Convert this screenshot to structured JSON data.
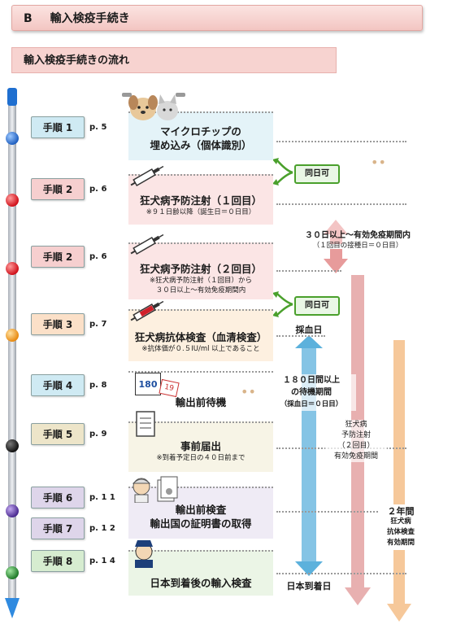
{
  "section": {
    "letter": "B",
    "title": "輸入検疫手続き"
  },
  "flow_header": "輸入検疫手続きの流れ",
  "steps": [
    {
      "label": "手順 1",
      "page": "p. 5",
      "bg": "#cfeaf3"
    },
    {
      "label": "手順 2",
      "page": "p. 6",
      "bg": "#f6cfcf"
    },
    {
      "label": "手順 2",
      "page": "p. 6",
      "bg": "#f6cfcf"
    },
    {
      "label": "手順 3",
      "page": "p. 7",
      "bg": "#fbe0c8"
    },
    {
      "label": "手順 4",
      "page": "p. 8",
      "bg": "#cfeaf3"
    },
    {
      "label": "手順 5",
      "page": "p. 9",
      "bg": "#ede5c9"
    },
    {
      "label": "手順 6",
      "page": "p. 1 1",
      "bg": "#ded5ea"
    },
    {
      "label": "手順 7",
      "page": "p. 1 2",
      "bg": "#ded5ea"
    },
    {
      "label": "手順 8",
      "page": "p. 1 4",
      "bg": "#d6ecd0"
    }
  ],
  "panels": {
    "microchip": {
      "line1": "マイクロチップの",
      "line2": "埋め込み（個体識別）"
    },
    "rabies1": {
      "title": "狂犬病予防注射（１回目）",
      "note": "※９１日齢以降（誕生日＝０日目）"
    },
    "rabies2": {
      "title": "狂犬病予防注射（２回目）",
      "note1": "※狂犬病予防注射（１回目）から",
      "note2": "３０日以上～有効免疫期間内"
    },
    "antibody": {
      "title": "狂犬病抗体検査（血清検査）",
      "note": "※抗体価が０.５IU/ml 以上であること"
    },
    "waiting": {
      "title": "輸出前待機"
    },
    "notice": {
      "title": "事前届出",
      "note": "※到着予定日の４０日前まで"
    },
    "export_inspection": {
      "line1": "輸出前検査",
      "line2": "輸出国の証明書の取得"
    },
    "import_inspection": {
      "title": "日本到着後の輸入検査"
    }
  },
  "annotations": {
    "same_day_1": "同日可",
    "same_day_2": "同日可",
    "interval_line1": "３０日以上～有効免疫期間内",
    "interval_line2": "（１回目の接種日＝０日目）",
    "blood_day": "採血日",
    "wait_line1": "１８０日間以上",
    "wait_line2": "の待機期間",
    "wait_line3": "（採血日＝０日目）",
    "rabies_validity_line1": "狂犬病",
    "rabies_validity_line2": "予防注射",
    "rabies_validity_line3": "（２回目）",
    "rabies_validity_line4": "有効免疫期間",
    "two_years": "２年間",
    "antibody_validity_line1": "狂犬病",
    "antibody_validity_line2": "抗体検査",
    "antibody_validity_line3": "有効期間",
    "arrival_day": "日本到着日",
    "calendar_day": "180",
    "calendar_day2": "19"
  },
  "colors": {
    "timeline_bar": "#c4c8cf",
    "blue_dot": "#1f6fd0",
    "red_dot": "#e0202a",
    "orange_dot": "#f0a030",
    "black_dot": "#222222",
    "purple_dot": "#6a4ca8",
    "green_dot": "#2e9a3a",
    "pink_arrow": "#e8b4b4",
    "blue_arrow": "#4aa8d8",
    "orange_arrow": "#f6c89a"
  }
}
